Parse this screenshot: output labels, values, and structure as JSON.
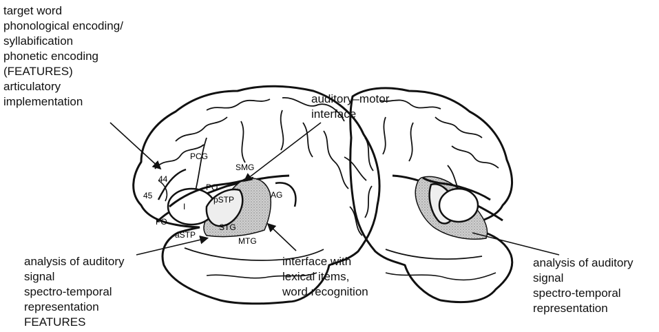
{
  "labels": {
    "top_left": [
      "target word",
      "phonological encoding/",
      "syllabification",
      "phonetic encoding",
      "(FEATURES)",
      "articulatory",
      "implementation"
    ],
    "auditory_motor": [
      "auditory–motor",
      "interface"
    ],
    "bottom_left": [
      "analysis of auditory",
      "signal",
      "spectro-temporal",
      "representation",
      "FEATURES"
    ],
    "interface_lexical": [
      "interface with",
      "lexical items,",
      "word recognition"
    ],
    "bottom_right": [
      "analysis of auditory",
      "signal",
      "spectro-temporal",
      "representation"
    ]
  },
  "regions": {
    "pcg": "PCG",
    "b44": "44",
    "b45": "45",
    "smg": "SMG",
    "po": "PO",
    "pstp": "pSTP",
    "ag": "AG",
    "insula": "I",
    "fo": "FO",
    "astp": "aSTP",
    "stg": "STG",
    "mtg": "MTG"
  }
}
